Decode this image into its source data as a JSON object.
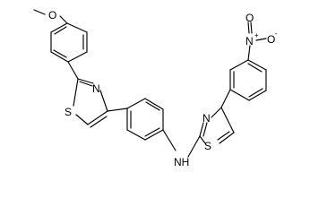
{
  "molecule": {
    "atom_labels": {
      "methoxy_o": "O",
      "left_thiazole_n": "N",
      "left_thiazole_s": "S",
      "amine_n": "NH",
      "right_thiazole_n": "N",
      "right_thiazole_s": "S",
      "nitro_n": "N",
      "nitro_n_charge": "+",
      "nitro_o_top": "O",
      "nitro_o_side": "O",
      "nitro_o_side_charge": "-"
    }
  }
}
